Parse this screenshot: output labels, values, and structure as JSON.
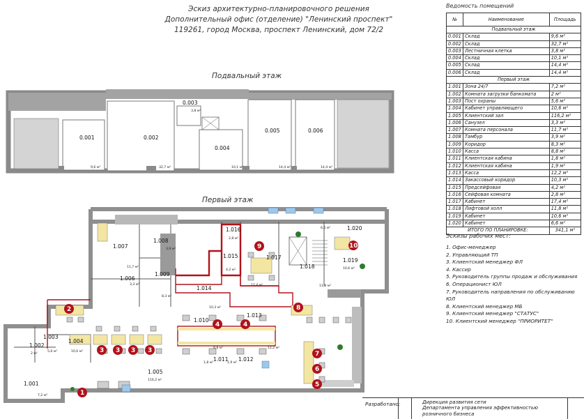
{
  "title_lines": [
    "Эскиз архитектурно-планировочного решения",
    "Дополнительный офис (отделение) \"Ленинский проспект\"",
    "119261, город Москва, проспект Ленинский, дом 72/2"
  ],
  "basement_caption": "Подвальный этаж",
  "first_floor_caption": "Первый этаж",
  "basement_rooms": [
    {
      "label": "0.001",
      "area": "9,6 м²"
    },
    {
      "label": "0.002",
      "area": "32,7 м²"
    },
    {
      "label": "0.003",
      "area": "3,8 м²"
    },
    {
      "label": "0.004",
      "area": "10,1 м²"
    },
    {
      "label": "0.005",
      "area": "14,4 м²"
    },
    {
      "label": "0.006",
      "area": "14,4 м²"
    }
  ],
  "first_floor_rooms": [
    {
      "label": "1.001",
      "area": "7,2 м²"
    },
    {
      "label": "1.002",
      "area": "2 м²"
    },
    {
      "label": "1.003",
      "area": "5,6 м²"
    },
    {
      "label": "1.004",
      "area": "10,6 м²"
    },
    {
      "label": "1.005",
      "area": "116,2 м²"
    },
    {
      "label": "1.006",
      "area": "3,3 м²"
    },
    {
      "label": "1.007",
      "area": "11,7 м²"
    },
    {
      "label": "1.008",
      "area": "3,9 м²"
    },
    {
      "label": "1.009",
      "area": "8,3 м²"
    },
    {
      "label": "1.010",
      "area": "8,8 м²"
    },
    {
      "label": "1.011",
      "area": "1,8 м²"
    },
    {
      "label": "1.012",
      "area": "1,9 м²"
    },
    {
      "label": "1.013",
      "area": "12,2 м²"
    },
    {
      "label": "1.014",
      "area": "10,3 м²"
    },
    {
      "label": "1.015",
      "area": "4,2 м²"
    },
    {
      "label": "1.016",
      "area": "2,8 м²"
    },
    {
      "label": "1.017",
      "area": "17,4 м²"
    },
    {
      "label": "1.018",
      "area": "11,8 м²"
    },
    {
      "label": "1.019",
      "area": "10,6 м²"
    },
    {
      "label": "1.020",
      "area": "6,6 м²"
    }
  ],
  "markers": [
    "1",
    "2",
    "3",
    "3",
    "3",
    "3",
    "4",
    "4",
    "5",
    "6",
    "7",
    "8",
    "9",
    "10"
  ],
  "rooms_table": {
    "caption": "Ведомость помещений",
    "headers": [
      "№",
      "Наименование",
      "Площадь"
    ],
    "sections": [
      {
        "title": "Подвальный этаж",
        "rows": [
          [
            "0.001",
            "Склад",
            "9,6 м²"
          ],
          [
            "0.002",
            "Склад",
            "32,7 м²"
          ],
          [
            "0.003",
            "Лестничная клетка",
            "3,8 м²"
          ],
          [
            "0.004",
            "Склад",
            "10,1 м²"
          ],
          [
            "0.005",
            "Склад",
            "14,4 м²"
          ],
          [
            "0.006",
            "Склад",
            "14,4 м²"
          ]
        ]
      },
      {
        "title": "Первый этаж",
        "rows": [
          [
            "1.001",
            "Зона 24/7",
            "7,2 м²"
          ],
          [
            "1.002",
            "Комната загрузки банкомата",
            "2 м²"
          ],
          [
            "1.003",
            "Пост охраны",
            "5,6 м²"
          ],
          [
            "1.004",
            "Кабинет управляющего",
            "10,6 м²"
          ],
          [
            "1.005",
            "Клиентский зал",
            "116,2 м²"
          ],
          [
            "1.006",
            "Санузел",
            "3,3 м²"
          ],
          [
            "1.007",
            "Комната персонала",
            "11,7 м²"
          ],
          [
            "1.008",
            "Тамбур",
            "3,9 м²"
          ],
          [
            "1.009",
            "Коридор",
            "8,3 м²"
          ],
          [
            "1.010",
            "Касса",
            "8,8 м²"
          ],
          [
            "1.011",
            "Клиентская кабина",
            "1,8 м²"
          ],
          [
            "1.012",
            "Клиентская кабина",
            "1,9 м²"
          ],
          [
            "1.013",
            "Касса",
            "12,2 м²"
          ],
          [
            "1.014",
            "Закассовый коридор",
            "10,3 м²"
          ],
          [
            "1.015",
            "Предсейфовая",
            "4,2 м²"
          ],
          [
            "1.016",
            "Сейфовая комната",
            "2,8 м²"
          ],
          [
            "1.017",
            "Кабинет",
            "17,4 м²"
          ],
          [
            "1.018",
            "Лифтовой холл",
            "11,8 м²"
          ],
          [
            "1.019",
            "Кабинет",
            "10,6 м²"
          ],
          [
            "1.020",
            "Кабинет",
            "6,6 м²"
          ]
        ]
      }
    ],
    "total_label": "ИТОГО ПО ПЛАНИРОВКЕ:",
    "total_value": "341,1 м²"
  },
  "workplaces": {
    "caption": "Эскизы рабочих мест:",
    "items": [
      "1. Офис-менеджер",
      "2. Управляющий ТП",
      "3. Клиентский менеджер ФЛ",
      "4. Кассир",
      "5. Руководитель группы продаж и обслуживания",
      "6. Операционист ЮЛ",
      "7. Руководитель направления по обслуживанию ЮЛ",
      "8. Клиентский менеджер МБ",
      "9. Клиентский менеджер \"СТАТУС\"",
      "10. Клиентский менеджер \"ПРИОРИТЕТ\""
    ]
  },
  "title_block": {
    "developed_label": "Разработано:",
    "dept_lines": [
      "Дирекция развития сети",
      "Департамента управления эффективностью",
      "розничного бизнеса"
    ]
  },
  "colors": {
    "wall": "#9a9a9a",
    "wall_dark": "#555555",
    "accent": "#b0121b",
    "furniture": "#d8d8d8",
    "desk": "#f3e6a3"
  }
}
